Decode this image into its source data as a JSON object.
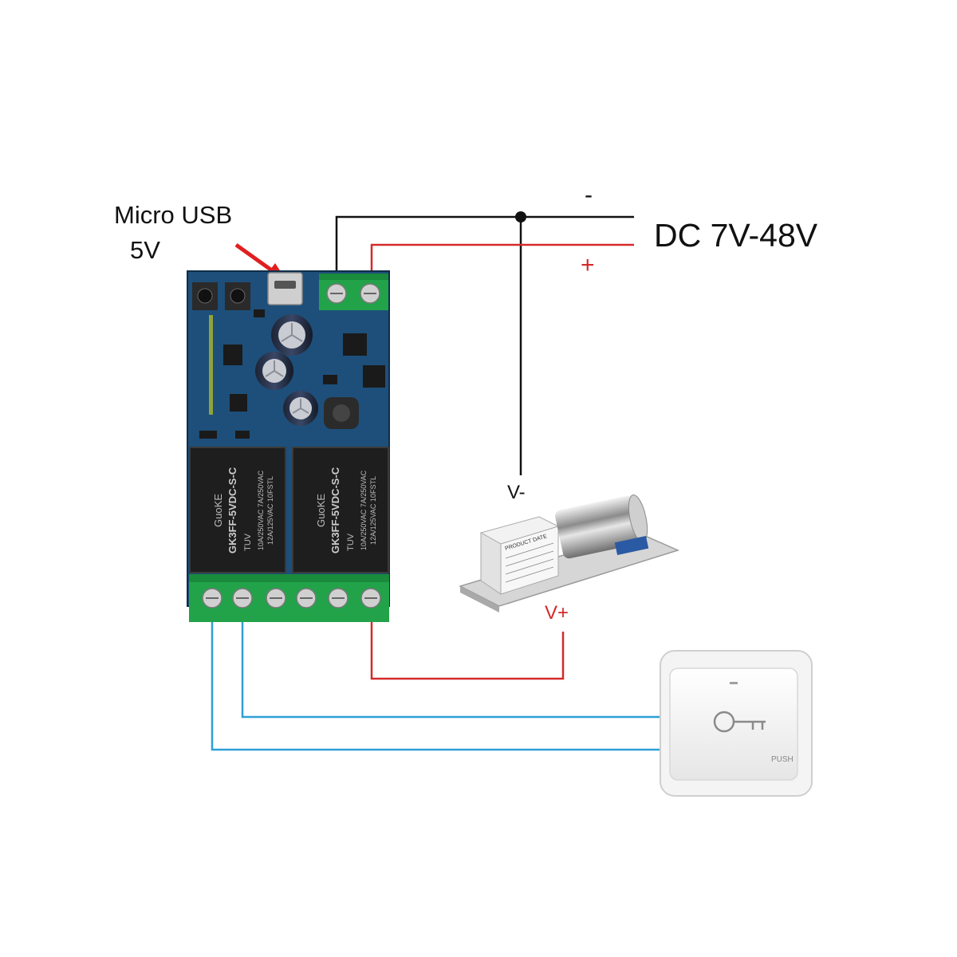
{
  "labels": {
    "usb_line1": "Micro USB",
    "usb_line2": "5V",
    "dc_minus": "-",
    "dc_supply": "DC 7V-48V",
    "dc_plus": "+",
    "lock_minus": "V-",
    "lock_plus": "V+"
  },
  "relay_markings": {
    "brand": "GuoKE",
    "model": "GK3FF-5VDC-S-C",
    "rating_1": "10A/250VAC 7A/250VAC",
    "rating_2": "12A/125VAC 10FSTL",
    "cert": "TUV"
  },
  "lock_plate_text": "PRODUCT DATE",
  "switch_text": "PUSH",
  "icons": {
    "switch_symbol": "key-icon",
    "usb_pointer": "red-arrow-icon"
  },
  "colors": {
    "negative_wire": "#111111",
    "positive_wire": "#d42a2a",
    "switch_wire": "#2f9fd6",
    "pcb_blue": "#1d4f7a",
    "terminal_green": "#22a34a",
    "relay_black": "#1e1e1e",
    "label_red": "#d42a2a"
  }
}
